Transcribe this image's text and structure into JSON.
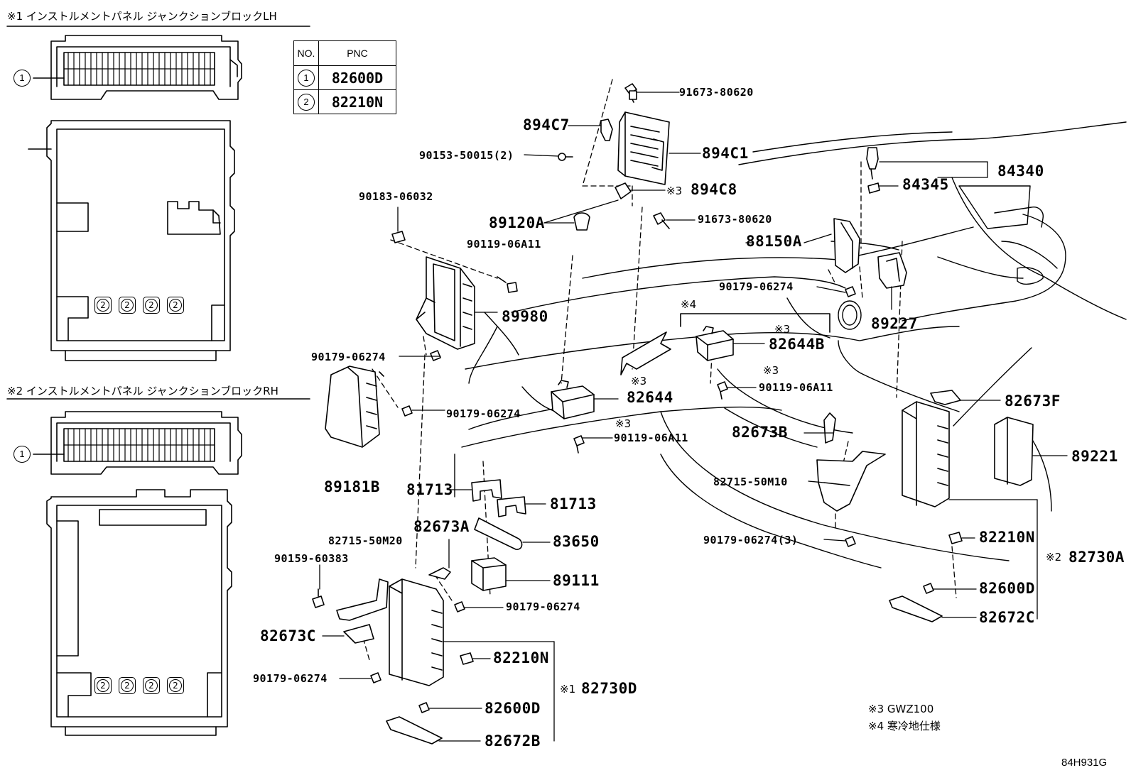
{
  "headers": {
    "lh": "※1 インストルメントパネル ジャンクションブロックLH",
    "rh": "※2 インストルメントパネル ジャンクションブロックRH"
  },
  "table": {
    "col_no": "NO.",
    "col_pnc": "PNC",
    "rows": [
      {
        "no": "1",
        "pnc": "82600D"
      },
      {
        "no": "2",
        "pnc": "82210N"
      }
    ]
  },
  "callouts": {
    "one": "1",
    "two": "2"
  },
  "parts": {
    "p_91673_80620_a": "91673-80620",
    "p_894C7": "894C7",
    "p_90153": "90153-50015(2)",
    "p_894C1": "894C1",
    "p_90183": "90183-06032",
    "p_894C8_mark": "※3",
    "p_894C8": "894C8",
    "p_89120A": "89120A",
    "p_91673_80620_b": "91673-80620",
    "p_90119_a": "90119-06A11",
    "p_88150A": "88150A",
    "p_84340": "84340",
    "p_84345": "84345",
    "p_90179_a": "90179-06274",
    "p_89980": "89980",
    "p_89227": "89227",
    "mark_4_box": "※4",
    "mark_3_a": "※3",
    "p_82644B": "82644B",
    "p_90179_b": "90179-06274",
    "mark_3_b": "※3",
    "p_90119_b": "90119-06A11",
    "mark_3_c": "※3",
    "p_82644": "82644",
    "p_89181B": "89181B",
    "p_90179_c": "90179-06274",
    "mark_3_d": "※3",
    "p_90119_c": "90119-06A11",
    "p_82673F": "82673F",
    "p_82673B": "82673B",
    "p_89221": "89221",
    "p_81713_a": "81713",
    "p_81713_b": "81713",
    "p_82715_50M10": "82715-50M10",
    "p_82673A": "82673A",
    "p_83650": "83650",
    "p_82715_50M20": "82715-50M20",
    "p_90159": "90159-60383",
    "p_89111": "89111",
    "p_90179_d": "90179-06274",
    "p_90179_3": "90179-06274(3)",
    "p_82210N_r": "82210N",
    "mark_2": "※2",
    "p_82730A": "82730A",
    "p_82600D_r": "82600D",
    "p_82672C": "82672C",
    "p_82673C": "82673C",
    "p_82210N_l": "82210N",
    "p_90179_e": "90179-06274",
    "mark_1": "※1",
    "p_82730D": "82730D",
    "p_82600D_l": "82600D",
    "p_82672B": "82672B"
  },
  "notes": {
    "n3": "※3 GWZ100",
    "n4": "※4 寒冷地仕様"
  },
  "diagram_code": "84H931G"
}
